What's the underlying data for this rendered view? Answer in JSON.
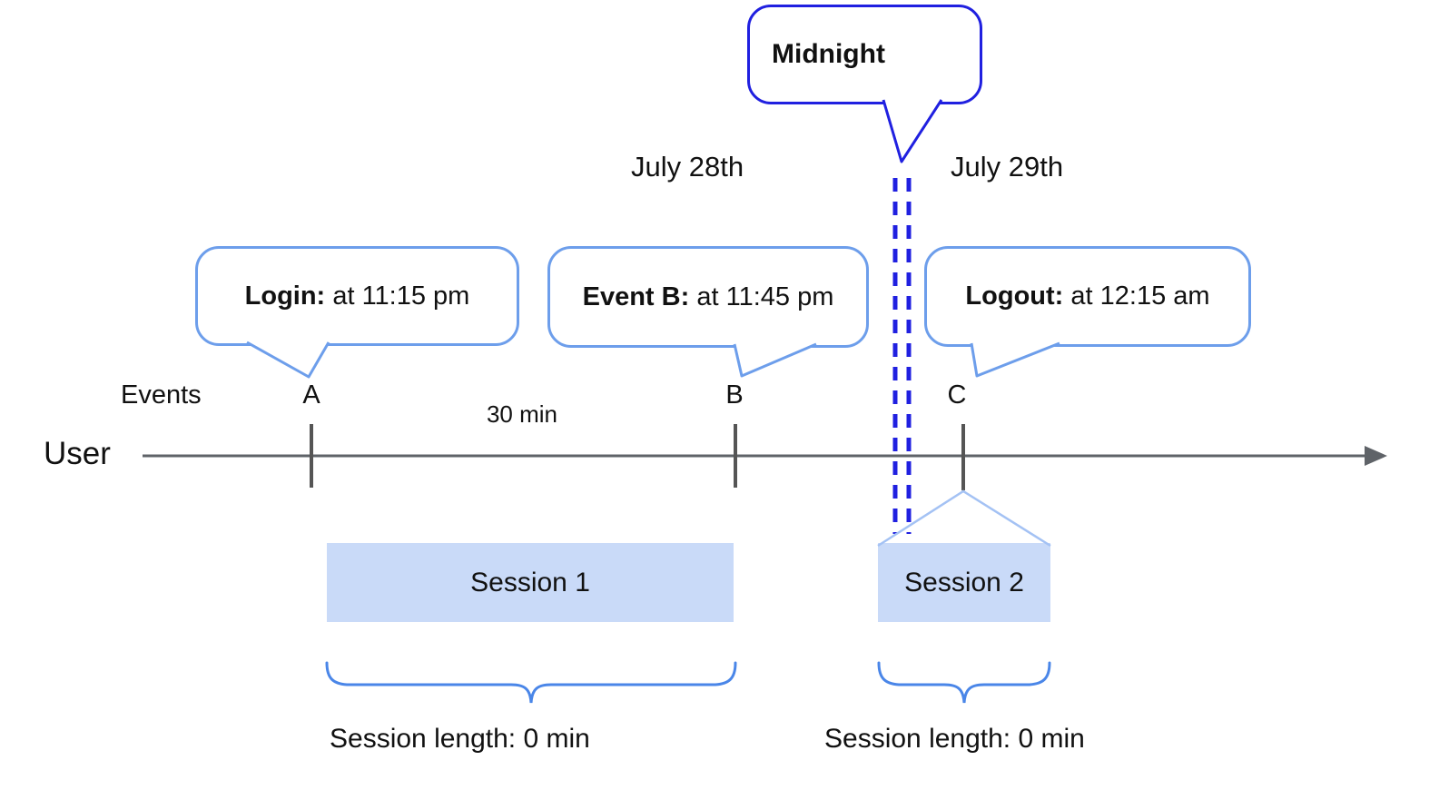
{
  "callouts": {
    "midnight": {
      "label": "Midnight"
    },
    "events": [
      {
        "id": "A",
        "title": "Login:",
        "detail": "at 11:15 pm"
      },
      {
        "id": "B",
        "title": "Event B:",
        "detail": "at 11:45 pm"
      },
      {
        "id": "C",
        "title": "Logout:",
        "detail": "at 12:15 am"
      }
    ]
  },
  "dates": {
    "before_midnight": "July 28th",
    "after_midnight": "July 29th"
  },
  "timeline": {
    "events_label": "Events",
    "axis_label": "User",
    "interval_label": "30 min",
    "markers": [
      "A",
      "B",
      "C"
    ]
  },
  "sessions": [
    {
      "label": "Session 1",
      "length_label": "Session length: 0 min"
    },
    {
      "label": "Session 2",
      "length_label": "Session length: 0 min"
    }
  ],
  "colors": {
    "midnight_blue": "#2020e0",
    "bubble_blue": "#6d9eeb",
    "session_fill": "#c9daf8",
    "roof_blue": "#a4c2f4",
    "brace_blue": "#4a86e8",
    "axis_gray": "#5f6368"
  }
}
